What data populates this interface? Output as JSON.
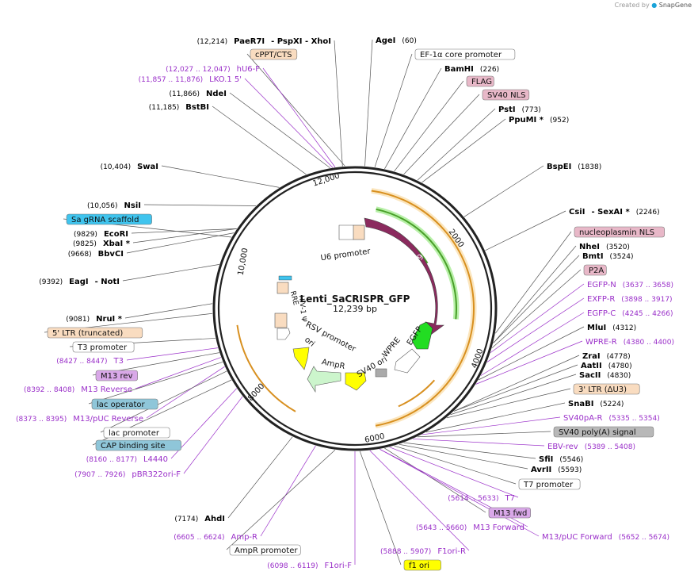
{
  "watermark": {
    "created_by": "Created by",
    "brand": "SnapGene"
  },
  "plasmid": {
    "name": "Lenti_SaCRISPR_GFP",
    "size_label": "12,239 bp"
  },
  "ticks": [
    "2000",
    "4000",
    "6000",
    "8000",
    "10,000",
    "12,000"
  ],
  "features_inner": [
    "SaCas9",
    "U6 promoter",
    "EGFP",
    "WPRE",
    "SV40 ori",
    "AmpR",
    "RSV promoter",
    "ori",
    "RRE",
    "HIV-1 Ψ"
  ],
  "labels": [
    {
      "name": "paer7i",
      "pos": "(12,214)",
      "text": "PaeR7I",
      "sub": "- PspXI   - XhoI",
      "kind": "enzyme"
    },
    {
      "name": "agei",
      "text": "AgeI",
      "pos": "(60)",
      "kind": "enzyme"
    },
    {
      "name": "cppt",
      "text": "cPPT/CTS",
      "kind": "box",
      "color": "#f9dcc0"
    },
    {
      "name": "ef1a",
      "text": "EF-1α core promoter",
      "kind": "box",
      "color": "#ffffff"
    },
    {
      "name": "hu6f",
      "text": "hU6-F",
      "pos": "(12,027 .. 12,047)",
      "kind": "primer"
    },
    {
      "name": "bamhi",
      "text": "BamHI",
      "pos": "(226)",
      "kind": "enzyme"
    },
    {
      "name": "lko1",
      "text": "LKO.1 5'",
      "pos": "(11,857 .. 11,876)",
      "kind": "primer"
    },
    {
      "name": "flag",
      "text": "FLAG",
      "kind": "box",
      "color": "#e8b8c8"
    },
    {
      "name": "ndei",
      "text": "NdeI",
      "pos": "(11,866)",
      "kind": "enzyme"
    },
    {
      "name": "sv40nls",
      "text": "SV40 NLS",
      "kind": "box",
      "color": "#e8b8c8"
    },
    {
      "name": "bstbi",
      "text": "BstBI",
      "pos": "(11,185)",
      "kind": "enzyme"
    },
    {
      "name": "psti",
      "text": "PstI",
      "pos": "(773)",
      "kind": "enzyme"
    },
    {
      "name": "pupmi",
      "text": "PpuMI *",
      "pos": "(952)",
      "kind": "enzyme"
    },
    {
      "name": "swai",
      "text": "SwaI",
      "pos": "(10,404)",
      "kind": "enzyme"
    },
    {
      "name": "bspei",
      "text": "BspEI",
      "pos": "(1838)",
      "kind": "enzyme"
    },
    {
      "name": "nsii",
      "text": "NsiI",
      "pos": "(10,056)",
      "kind": "enzyme"
    },
    {
      "name": "csii",
      "text": "CsiI",
      "sub": "- SexAI *",
      "pos": "(2246)",
      "kind": "enzyme"
    },
    {
      "name": "sagrna",
      "text": "Sa gRNA scaffold",
      "kind": "box",
      "color": "#3fc4ee"
    },
    {
      "name": "nucleo",
      "text": "nucleoplasmin NLS",
      "kind": "box",
      "color": "#e8b8c8"
    },
    {
      "name": "ecori",
      "text": "EcoRI",
      "pos": "(9829)",
      "kind": "enzyme"
    },
    {
      "name": "xbai",
      "text": "XbaI *",
      "pos": "(9825)",
      "kind": "enzyme"
    },
    {
      "name": "nhei",
      "text": "NheI",
      "pos": "(3520)",
      "kind": "enzyme"
    },
    {
      "name": "bbvci",
      "text": "BbvCI",
      "pos": "(9668)",
      "kind": "enzyme"
    },
    {
      "name": "bmti",
      "text": "BmtI",
      "pos": "(3524)",
      "kind": "enzyme"
    },
    {
      "name": "p2a",
      "text": "P2A",
      "kind": "box",
      "color": "#e8b8c8"
    },
    {
      "name": "egfpn",
      "text": "EGFP-N",
      "pos": "(3637 .. 3658)",
      "kind": "primer"
    },
    {
      "name": "eagi",
      "text": "EagI",
      "sub": "- NotI",
      "pos": "(9392)",
      "kind": "enzyme"
    },
    {
      "name": "exfpr",
      "text": "EXFP-R",
      "pos": "(3898 .. 3917)",
      "kind": "primer"
    },
    {
      "name": "egfpc",
      "text": "EGFP-C",
      "pos": "(4245 .. 4266)",
      "kind": "primer"
    },
    {
      "name": "nrui",
      "text": "NruI *",
      "pos": "(9081)",
      "kind": "enzyme"
    },
    {
      "name": "mlui",
      "text": "MluI",
      "pos": "(4312)",
      "kind": "enzyme"
    },
    {
      "name": "ltr5",
      "text": "5' LTR (truncated)",
      "kind": "box",
      "color": "#f9dcc0"
    },
    {
      "name": "wprer",
      "text": "WPRE-R",
      "pos": "(4380 .. 4400)",
      "kind": "primer"
    },
    {
      "name": "t3prom",
      "text": "T3 promoter",
      "kind": "box",
      "color": "#ffffff"
    },
    {
      "name": "zrai",
      "text": "ZraI",
      "pos": "(4778)",
      "kind": "enzyme"
    },
    {
      "name": "t3",
      "text": "T3",
      "pos": "(8427 .. 8447)",
      "kind": "primer"
    },
    {
      "name": "aatii",
      "text": "AatII",
      "pos": "(4780)",
      "kind": "enzyme"
    },
    {
      "name": "m13rev",
      "text": "M13 rev",
      "kind": "box",
      "color": "#d9a8e8"
    },
    {
      "name": "sacii",
      "text": "SacII",
      "pos": "(4830)",
      "kind": "enzyme"
    },
    {
      "name": "m13reverse",
      "text": "M13 Reverse",
      "pos": "(8392 .. 8408)",
      "kind": "primer"
    },
    {
      "name": "ltr3",
      "text": "3' LTR (ΔU3)",
      "kind": "box",
      "color": "#f9dcc0"
    },
    {
      "name": "lacop",
      "text": "lac operator",
      "kind": "box",
      "color": "#8fc6d9"
    },
    {
      "name": "snabi",
      "text": "SnaBI",
      "pos": "(5224)",
      "kind": "enzyme"
    },
    {
      "name": "m13puc_rev",
      "text": "M13/pUC Reverse",
      "pos": "(8373 .. 8395)",
      "kind": "primer"
    },
    {
      "name": "sv40par",
      "text": "SV40pA-R",
      "pos": "(5335 .. 5354)",
      "kind": "primer"
    },
    {
      "name": "lacprom",
      "text": "lac promoter",
      "kind": "box",
      "color": "#ffffff"
    },
    {
      "name": "sv40polya",
      "text": "SV40 poly(A) signal",
      "kind": "box",
      "color": "#b8b8b8"
    },
    {
      "name": "cap",
      "text": "CAP binding site",
      "kind": "box",
      "color": "#8fc6d9"
    },
    {
      "name": "ebvrev",
      "text": "EBV-rev",
      "pos": "(5389 .. 5408)",
      "kind": "primer"
    },
    {
      "name": "l4440",
      "text": "L4440",
      "pos": "(8160 .. 8177)",
      "kind": "primer"
    },
    {
      "name": "sfii",
      "text": "SfiI",
      "pos": "(5546)",
      "kind": "enzyme"
    },
    {
      "name": "pbr322",
      "text": "pBR322ori-F",
      "pos": "(7907 .. 7926)",
      "kind": "primer"
    },
    {
      "name": "avrii",
      "text": "AvrII",
      "pos": "(5593)",
      "kind": "enzyme"
    },
    {
      "name": "t7prom",
      "text": "T7 promoter",
      "kind": "box",
      "color": "#ffffff"
    },
    {
      "name": "t7",
      "text": "T7",
      "pos": "(5614 .. 5633)",
      "kind": "primer"
    },
    {
      "name": "ahdi",
      "text": "AhdI",
      "pos": "(7174)",
      "kind": "enzyme"
    },
    {
      "name": "m13fwd",
      "text": "M13 fwd",
      "kind": "box",
      "color": "#d9a8e8"
    },
    {
      "name": "m13forward",
      "text": "M13 Forward",
      "pos": "(5643 .. 5660)",
      "kind": "primer"
    },
    {
      "name": "ampr_p",
      "text": "Amp-R",
      "pos": "(6605 .. 6624)",
      "kind": "primer"
    },
    {
      "name": "m13puc_fwd",
      "text": "M13/pUC Forward",
      "pos": "(5652 .. 5674)",
      "kind": "primer"
    },
    {
      "name": "f1orir",
      "text": "F1ori-R",
      "pos": "(5888 .. 5907)",
      "kind": "primer"
    },
    {
      "name": "amprprom",
      "text": "AmpR promoter",
      "kind": "box",
      "color": "#ffffff"
    },
    {
      "name": "f1orif",
      "text": "F1ori-F",
      "pos": "(6098 .. 6119)",
      "kind": "primer"
    },
    {
      "name": "f1ori",
      "text": "f1 ori",
      "kind": "box",
      "color": "#ffff00"
    }
  ],
  "colors": {
    "enzyme": "#000000",
    "primer": "#9a2fc9",
    "ring": "#222222"
  }
}
